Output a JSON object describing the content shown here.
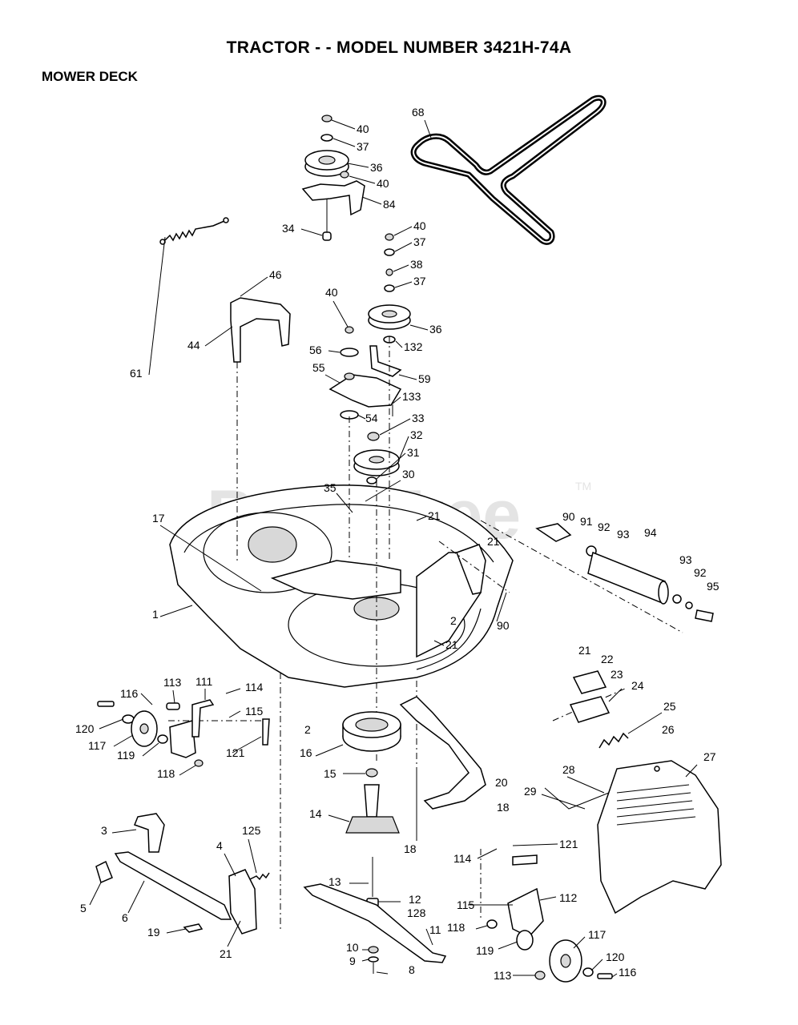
{
  "header": {
    "title": "TRACTOR - - MODEL NUMBER 3421H-74A",
    "subtitle": "MOWER DECK"
  },
  "watermark": {
    "text": "PartsTree",
    "tm": "TM"
  },
  "callouts": [
    {
      "id": "c40a",
      "label": "40"
    },
    {
      "id": "c37a",
      "label": "37"
    },
    {
      "id": "c36a",
      "label": "36"
    },
    {
      "id": "c40b",
      "label": "40"
    },
    {
      "id": "c84",
      "label": "84"
    },
    {
      "id": "c34",
      "label": "34"
    },
    {
      "id": "c68",
      "label": "68"
    },
    {
      "id": "c40c",
      "label": "40"
    },
    {
      "id": "c37b",
      "label": "37"
    },
    {
      "id": "c38",
      "label": "38"
    },
    {
      "id": "c37c",
      "label": "37"
    },
    {
      "id": "c46",
      "label": "46"
    },
    {
      "id": "c40d",
      "label": "40"
    },
    {
      "id": "c36b",
      "label": "36"
    },
    {
      "id": "c132",
      "label": "132"
    },
    {
      "id": "c56",
      "label": "56"
    },
    {
      "id": "c44",
      "label": "44"
    },
    {
      "id": "c55",
      "label": "55"
    },
    {
      "id": "c59",
      "label": "59"
    },
    {
      "id": "c61",
      "label": "61"
    },
    {
      "id": "c133",
      "label": "133"
    },
    {
      "id": "c54",
      "label": "54"
    },
    {
      "id": "c33",
      "label": "33"
    },
    {
      "id": "c32",
      "label": "32"
    },
    {
      "id": "c31",
      "label": "31"
    },
    {
      "id": "c35",
      "label": "35"
    },
    {
      "id": "c30",
      "label": "30"
    },
    {
      "id": "c21a",
      "label": "21"
    },
    {
      "id": "c17",
      "label": "17"
    },
    {
      "id": "c90a",
      "label": "90"
    },
    {
      "id": "c91",
      "label": "91"
    },
    {
      "id": "c92a",
      "label": "92"
    },
    {
      "id": "c93a",
      "label": "93"
    },
    {
      "id": "c94",
      "label": "94"
    },
    {
      "id": "c21b",
      "label": "21"
    },
    {
      "id": "c93b",
      "label": "93"
    },
    {
      "id": "c92b",
      "label": "92"
    },
    {
      "id": "c95",
      "label": "95"
    },
    {
      "id": "c1",
      "label": "1"
    },
    {
      "id": "c2a",
      "label": "2"
    },
    {
      "id": "c21c",
      "label": "21"
    },
    {
      "id": "c90b",
      "label": "90"
    },
    {
      "id": "c21d",
      "label": "21"
    },
    {
      "id": "c22",
      "label": "22"
    },
    {
      "id": "c23",
      "label": "23"
    },
    {
      "id": "c24",
      "label": "24"
    },
    {
      "id": "c116a",
      "label": "116"
    },
    {
      "id": "c113a",
      "label": "113"
    },
    {
      "id": "c111",
      "label": "111"
    },
    {
      "id": "c114a",
      "label": "114"
    },
    {
      "id": "c115a",
      "label": "115"
    },
    {
      "id": "c25",
      "label": "25"
    },
    {
      "id": "c120a",
      "label": "120"
    },
    {
      "id": "c2b",
      "label": "2"
    },
    {
      "id": "c26",
      "label": "26"
    },
    {
      "id": "c117a",
      "label": "117"
    },
    {
      "id": "c16",
      "label": "16"
    },
    {
      "id": "c119a",
      "label": "119"
    },
    {
      "id": "c121a",
      "label": "121"
    },
    {
      "id": "c118a",
      "label": "118"
    },
    {
      "id": "c15",
      "label": "15"
    },
    {
      "id": "c20",
      "label": "20"
    },
    {
      "id": "c28",
      "label": "28"
    },
    {
      "id": "c27",
      "label": "27"
    },
    {
      "id": "c29",
      "label": "29"
    },
    {
      "id": "c14",
      "label": "14"
    },
    {
      "id": "c18a",
      "label": "18"
    },
    {
      "id": "c3",
      "label": "3"
    },
    {
      "id": "c18b",
      "label": "18"
    },
    {
      "id": "c125",
      "label": "125"
    },
    {
      "id": "c4",
      "label": "4"
    },
    {
      "id": "c114b",
      "label": "114"
    },
    {
      "id": "c121b",
      "label": "121"
    },
    {
      "id": "c13",
      "label": "13"
    },
    {
      "id": "c5",
      "label": "5"
    },
    {
      "id": "c12",
      "label": "12"
    },
    {
      "id": "c6",
      "label": "6"
    },
    {
      "id": "c128",
      "label": "128"
    },
    {
      "id": "c115b",
      "label": "115"
    },
    {
      "id": "c112",
      "label": "112"
    },
    {
      "id": "c118b",
      "label": "118"
    },
    {
      "id": "c11",
      "label": "11"
    },
    {
      "id": "c19",
      "label": "19"
    },
    {
      "id": "c117b",
      "label": "117"
    },
    {
      "id": "c21e",
      "label": "21"
    },
    {
      "id": "c10",
      "label": "10"
    },
    {
      "id": "c119b",
      "label": "119"
    },
    {
      "id": "c9",
      "label": "9"
    },
    {
      "id": "c120b",
      "label": "120"
    },
    {
      "id": "c8",
      "label": "8"
    },
    {
      "id": "c113b",
      "label": "113"
    },
    {
      "id": "c116b",
      "label": "116"
    }
  ]
}
